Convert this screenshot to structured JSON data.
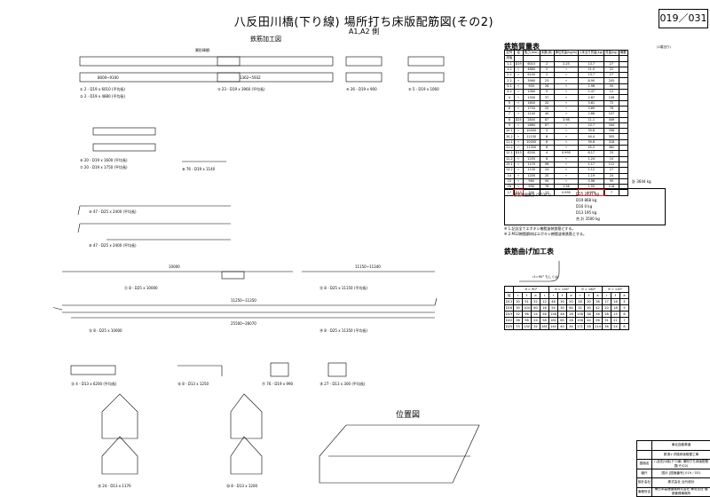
{
  "header": {
    "title": "八反田川橋(下り線)  場所打ち床版配筋図(その2)",
    "subtitle": "A1,A2 側",
    "sheet_no": "019／031",
    "section_title": "鉄筋加工図"
  },
  "rebar_quantity": {
    "title": "鉄筋質量表",
    "unit_note": "(1橋当り)",
    "columns": [
      "記号",
      "径",
      "長さ(mm)",
      "本数(本)",
      "単位質量(kg/m)",
      "1本当り質量(kg)",
      "質量(kg)",
      "摘要"
    ],
    "rows": [
      [
        "床版",
        "",
        "",
        "",
        "",
        "",
        "",
        ""
      ],
      [
        "1-1",
        "D19",
        "6010",
        "2",
        "2.25",
        "13.7",
        "27",
        ""
      ],
      [
        "1-2",
        "〃",
        "4880",
        "2",
        "〃",
        "11.0",
        "22",
        ""
      ],
      [
        "2-1",
        "〃",
        "6100",
        "2",
        "〃",
        "13.7",
        "27",
        ""
      ],
      [
        "2-2",
        "〃",
        "3960",
        "23",
        "〃",
        "8.90",
        "205",
        ""
      ],
      [
        "3-1",
        "〃",
        "900",
        "26",
        "〃",
        "1.96",
        "50",
        ""
      ],
      [
        "3-2",
        "〃",
        "1060",
        "5",
        "〃",
        "2.47",
        "12",
        ""
      ],
      [
        "4",
        "〃",
        "1300",
        "37",
        "〃",
        "2.87",
        "106",
        ""
      ],
      [
        "5",
        "〃",
        "1600",
        "20",
        "〃",
        "3.61",
        "72",
        ""
      ],
      [
        "6",
        "〃",
        "1750",
        "20",
        "〃",
        "3.89",
        "78",
        ""
      ],
      [
        "7",
        "〃",
        "1140",
        "40",
        "〃",
        "2.66",
        "107",
        ""
      ],
      [
        "8",
        "D25",
        "2800",
        "87",
        "3.98",
        "11.1",
        "449",
        ""
      ],
      [
        "9",
        "〃",
        "2660",
        "87",
        "〃",
        "10.7",
        "344",
        ""
      ],
      [
        "10-1",
        "〃",
        "10000",
        "5",
        "〃",
        "39.8",
        "398",
        ""
      ],
      [
        "10-2",
        "〃",
        "11150",
        "8",
        "〃",
        "44.4",
        "355",
        ""
      ],
      [
        "11-1",
        "〃",
        "10000",
        "8",
        "〃",
        "39.8",
        "318",
        ""
      ],
      [
        "11-2",
        "〃",
        "11350",
        "8",
        "〃",
        "45.2",
        "362",
        ""
      ],
      [
        "12-1",
        "D13",
        "6200",
        "4",
        "0.995",
        "6.17",
        "25",
        ""
      ],
      [
        "12-2",
        "〃",
        "1250",
        "8",
        "〃",
        "1.24",
        "10",
        ""
      ],
      [
        "13-1",
        "〃",
        "1170",
        "96",
        "〃",
        "1.17",
        "112",
        ""
      ],
      [
        "13-2",
        "〃",
        "1130",
        "24",
        "〃",
        "1.12",
        "27",
        ""
      ],
      [
        "14",
        "〃",
        "1200",
        "20",
        "〃",
        "1.19",
        "24",
        ""
      ],
      [
        "15",
        "〃",
        "960",
        "94",
        "〃",
        "0.96",
        "90",
        ""
      ],
      [
        "16",
        "〃",
        "990",
        "76",
        "1.56",
        "1.55",
        "118",
        ""
      ],
      [
        "17",
        "D13",
        "300",
        "27",
        "0.995",
        "0.270",
        "7",
        ""
      ]
    ],
    "subtotal": "計  3644 kg",
    "summary_label": "鉄筋質量集計 (SD345)",
    "summary": [
      [
        "D25",
        "2437 kg"
      ],
      [
        "D19",
        "868 kg"
      ],
      [
        "D16",
        "0 kg"
      ],
      [
        "D13",
        "195 kg"
      ],
      [
        "合 計",
        "3500 kg"
      ]
    ],
    "notes": [
      "※ 1.記念全てエポキシ樹脂塗装鉄筋とする。",
      "※ 2.M12樹脂鋼材はエポキシ樹脂塗装鉄筋とする。"
    ]
  },
  "bending": {
    "title": "鉄筋曲げ加工表",
    "diagram_note": "r1=90° もしくは",
    "groups": [
      "θ = 90°",
      "θ = 135°",
      "θ = 180°",
      "θ = 135°"
    ],
    "head": [
      "径",
      "r",
      "ℓ",
      "a"
    ],
    "rows": [
      [
        "D13",
        "30",
        "91",
        "52",
        "12",
        "46",
        "30",
        "50",
        "28",
        "30",
        "36",
        "17",
        "16",
        "4"
      ],
      [
        "D16",
        "30",
        "104",
        "60",
        "16",
        "54",
        "30",
        "60",
        "32",
        "30",
        "42",
        "20",
        "18",
        "5"
      ],
      [
        "D19",
        "32",
        "96",
        "24",
        "56",
        "158",
        "48",
        "28",
        "158",
        "38",
        "58",
        "28",
        "15",
        "6"
      ],
      [
        "D22",
        "36",
        "98",
        "24",
        "58",
        "181",
        "60",
        "28",
        "156",
        "44",
        "56",
        "31",
        "21",
        "7"
      ],
      [
        "D25",
        "75",
        "130",
        "32",
        "161",
        "140",
        "40",
        "34",
        "171",
        "58",
        "114",
        "36",
        "24",
        "8"
      ]
    ]
  },
  "location": {
    "title": "位置図"
  },
  "title_block": {
    "rows": [
      [
        "",
        "東北自動車道"
      ],
      [
        "",
        "那須ヶ沢橋床版取替工事"
      ],
      [
        "図面名",
        "八反田川橋(下り線) 場所打ち床版配筋図(その2)"
      ],
      [
        "縮尺",
        "図示  [図面番号] 019／031"
      ],
      [
        "設計会社",
        "株式会社 近代設計"
      ],
      [
        "事務所名",
        "東日本高速道路株式会社 東北支社 福島管理事務所"
      ]
    ]
  },
  "drawing": {
    "labels": [
      "① 2 - D19 x 6010 (平均長)",
      "② 2 - D19 x 4880 (平均長)",
      "③ 23 - D19 x 3960 (平均長)",
      "④ 26 - D19 x 900",
      "⑤ 5 - D19 x 1060",
      "⑥ 20 - D19 x 1600 (平均長)",
      "⑦ 20 - D19 x 1750 (平均長)",
      "⑧ 76 - D19 x 1140",
      "⑨ 47 - D25 x 2400 (平均長)",
      "⑩ 47 - D25 x 2400 (平均長)",
      "⑪ 8 - D25 x 10000",
      "⑫ 8 - D25 x 11150 (平均長)",
      "⑬ 8 - D25 x 10000",
      "⑭ 8 - D25 x 11350 (平均長)",
      "⑮ 4 - D13 x 6200 (平均長)",
      "⑯ 8 - D13 x 1250",
      "⑰ 76 - D19 x 990",
      "⑱ 27 - D13 x 300 (平均長)",
      "⑲ 24 - D13 x 1170",
      "⑳ 8 - D13 x 1200",
      "異形棒鋼",
      "8000~9100",
      "1362~5932",
      "10000",
      "11150~11340",
      "25500~26070",
      "11250~11350"
    ]
  }
}
